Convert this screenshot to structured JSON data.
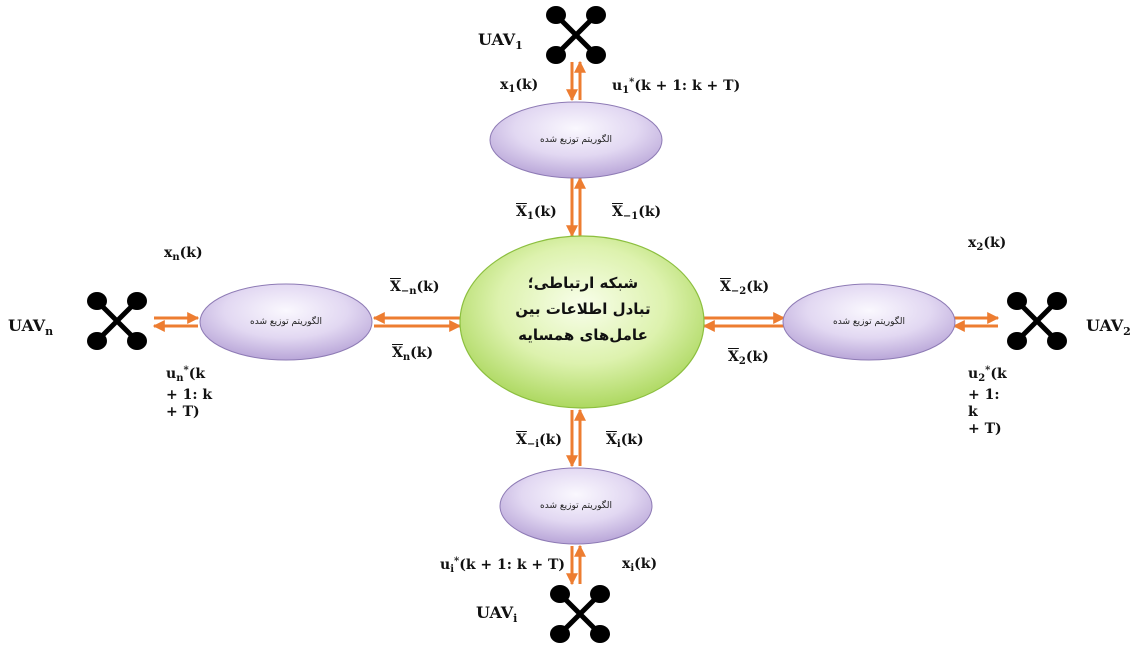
{
  "center": {
    "lines": [
      "شبکه ارتباطی؛",
      "تبادل اطلاعات بین",
      "عامل‌های همسایه"
    ]
  },
  "algorithm_label": "الگوریتم توزیع شده",
  "uavs": {
    "uav_1": {
      "base": "UAV",
      "sub": "1"
    },
    "uav_2": {
      "base": "UAV",
      "sub": "2"
    },
    "uav_n": {
      "base": "UAV",
      "sub": "n"
    },
    "uav_i": {
      "base": "UAV",
      "sub": "i"
    }
  },
  "labels": {
    "x1": {
      "base": "x",
      "sub": "1",
      "rest": "(k)"
    },
    "x2": {
      "base": "x",
      "sub": "2",
      "rest": "(k)"
    },
    "xn": {
      "base": "x",
      "sub": "n",
      "rest": "(k)"
    },
    "xi": {
      "base": "x",
      "sub": "i",
      "rest": "(k)"
    },
    "u1": {
      "base": "u",
      "sub": "1",
      "sup": "*",
      "rest": "(k + 1: k + T)"
    },
    "ui": {
      "base": "u",
      "sub": "i",
      "sup": "*",
      "rest": "(k + 1: k + T)"
    },
    "un": {
      "base": "u",
      "sub": "n",
      "sup": "*",
      "line1": "(k",
      "line2": "+ 1: k",
      "line3": "+ T)"
    },
    "u2": {
      "base": "u",
      "sub": "2",
      "sup": "*",
      "line1": "(k",
      "line2": "+ 1: k",
      "line3": "+ T)"
    },
    "X1": {
      "base": "X",
      "sub": "1",
      "rest": "(k)"
    },
    "Xm1": {
      "base": "X",
      "sub": "−1",
      "rest": "(k)"
    },
    "X2": {
      "base": "X",
      "sub": "2",
      "rest": "(k)"
    },
    "Xm2": {
      "base": "X",
      "sub": "−2",
      "rest": "(k)"
    },
    "Xn": {
      "base": "X",
      "sub": "n",
      "rest": "(k)"
    },
    "Xmn": {
      "base": "X",
      "sub": "−n",
      "rest": "(k)"
    },
    "Xi": {
      "base": "X",
      "sub": "i",
      "rest": "(k)"
    },
    "Xmi": {
      "base": "X",
      "sub": "−i",
      "rest": "(k)"
    }
  },
  "colors": {
    "arrow": "#ED7D31",
    "ellipse_purple_light": "#F3EEFA",
    "ellipse_purple_dark": "#B9A6D8",
    "center_green_light": "#F0FBD8",
    "center_green_dark": "#B6E06A",
    "drone": "#000000"
  }
}
